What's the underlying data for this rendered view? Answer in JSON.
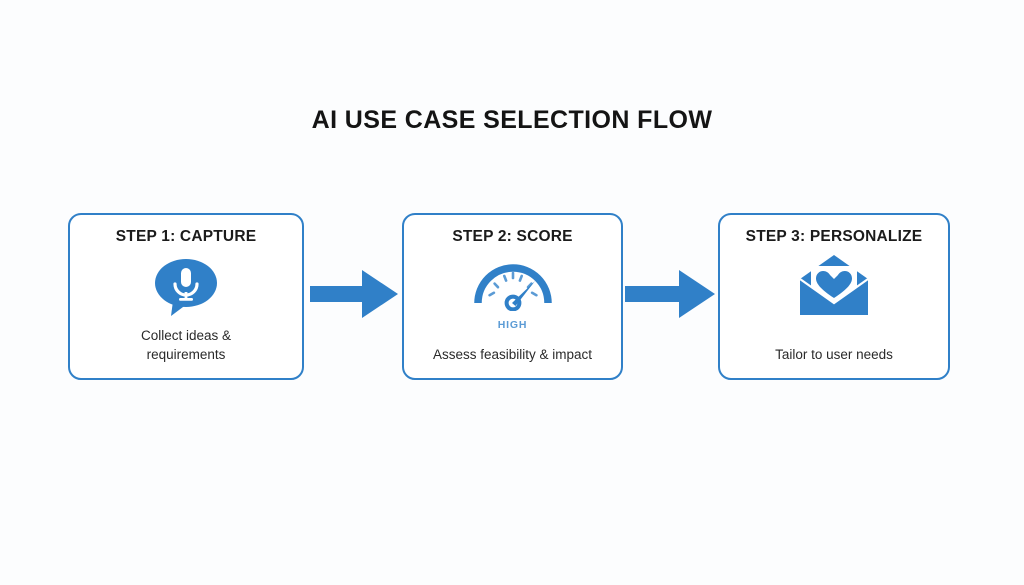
{
  "diagram": {
    "title": "AI USE CASE SELECTION FLOW",
    "background_color": "#fcfdfe",
    "accent_color": "#3080c8",
    "accent_light_color": "#5b9bd5",
    "text_color": "#1b1b1b",
    "steps": [
      {
        "title": "STEP 1: CAPTURE",
        "description": "Collect ideas &\nrequirements",
        "icon": "speech-bubble-microphone-icon",
        "badge": ""
      },
      {
        "title": "STEP 2: SCORE",
        "description": "Assess feasibility & impact",
        "icon": "gauge-speedometer-icon",
        "badge": "HIGH"
      },
      {
        "title": "STEP 3: PERSONALIZE",
        "description": "Tailor to user needs",
        "icon": "envelope-heart-icon",
        "badge": ""
      }
    ],
    "connectors": [
      {
        "name": "arrow-step1-to-step2",
        "direction": "right"
      },
      {
        "name": "arrow-step2-to-step3",
        "direction": "right"
      }
    ]
  }
}
